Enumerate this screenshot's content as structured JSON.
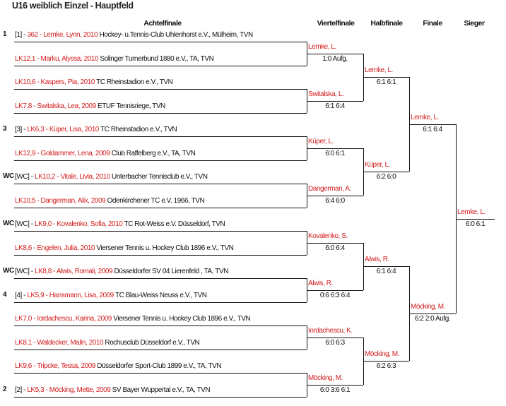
{
  "title": "U16 weiblich Einzel - Hauptfeld",
  "rounds": [
    "Achtelfinale",
    "Viertelfinale",
    "Halbfinale",
    "Finale",
    "Sieger"
  ],
  "colors": {
    "player": "#d42020",
    "text": "#111111"
  },
  "players": [
    {
      "seed": "1",
      "prefix": "[1] - ",
      "name": "362 - Lemke, Lynn, 2010",
      "club": " Hockey- u.Tennis-Club Uhlenhorst e.V., Mülheim, TVN"
    },
    {
      "seed": "",
      "prefix": "",
      "name": "LK12,1 - Marku, Alyssa, 2010",
      "club": " Solinger Turnerbund 1880 e.V., TA, TVN"
    },
    {
      "seed": "",
      "prefix": "",
      "name": "LK10,6 - Kaspers, Pia, 2010",
      "club": " TC Rheinstadion e.V., TVN"
    },
    {
      "seed": "",
      "prefix": "",
      "name": "LK7,8 - Switalska, Lea, 2009",
      "club": " ETUF Tennisriege, TVN"
    },
    {
      "seed": "3",
      "prefix": "[3] - ",
      "name": "LK6,3 - Küper, Lisa, 2010",
      "club": " TC Rheinstadion e.V., TVN"
    },
    {
      "seed": "",
      "prefix": "",
      "name": "LK12,9 - Goldammer, Lena, 2009",
      "club": " Club Raffelberg e.V., TA, TVN"
    },
    {
      "seed": "WC",
      "prefix": "[WC] - ",
      "name": "LK10,2 - Vitale, Livia, 2010",
      "club": " Unterbacher Tennisclub e.V., TVN"
    },
    {
      "seed": "",
      "prefix": "",
      "name": "LK10,5 - Dangerman, Alix, 2009",
      "club": " Odenkirchener TC e.V. 1966, TVN"
    },
    {
      "seed": "WC",
      "prefix": "[WC] - ",
      "name": "LK9,0 - Kovalenko, Sofia, 2010",
      "club": " TC Rot-Weiss e.V. Düsseldorf, TVN"
    },
    {
      "seed": "",
      "prefix": "",
      "name": "LK8,6 - Engelen, Julia, 2010",
      "club": " Viersener Tennis u. Hockey Club 1896 e.V., TVN"
    },
    {
      "seed": "WC",
      "prefix": "[WC] - ",
      "name": "LK8,8 - Alwis, Romali, 2009",
      "club": " Düsseldorfer SV 04 Lierenfeld , TA, TVN"
    },
    {
      "seed": "4",
      "prefix": "[4] - ",
      "name": "LK5,9 - Hansmann, Lisa, 2009",
      "club": " TC Blau-Weiss Neuss e.V., TVN"
    },
    {
      "seed": "",
      "prefix": "",
      "name": "LK7,0 - Iordachescu, Karina, 2009",
      "club": " Viersener Tennis u. Hockey Club 1896 e.V., TVN"
    },
    {
      "seed": "",
      "prefix": "",
      "name": "LK8,1 - Waldecker, Malin, 2010",
      "club": " Rochusclub Düsseldorf e.V., TVN"
    },
    {
      "seed": "",
      "prefix": "",
      "name": "LK9,6 - Tripcke, Tessa, 2009",
      "club": " Düsseldorfer Sport-Club 1899 e.V., TA, TVN"
    },
    {
      "seed": "2",
      "prefix": "[2] - ",
      "name": "LK5,3 - Möcking, Mette, 2009",
      "club": " SV Bayer Wuppertal e.V., TA, TVN"
    }
  ],
  "quarterfinal": [
    {
      "winner": "Lemke, L.",
      "score": "1:0 Aufg."
    },
    {
      "winner": "Switalska, L.",
      "score": "6:1 6:4"
    },
    {
      "winner": "Küper, L.",
      "score": "6:0 6:1"
    },
    {
      "winner": "Dangerman, A.",
      "score": "6:4 6:0"
    },
    {
      "winner": "Kovalenko, S.",
      "score": "6:0 6:4"
    },
    {
      "winner": "Alwis, R.",
      "score": "0:6 6:3 6:4"
    },
    {
      "winner": "Iordachescu, K.",
      "score": "6:0 6:3"
    },
    {
      "winner": "Möcking, M.",
      "score": "6:0 3:6 6:1"
    }
  ],
  "semifinal": [
    {
      "winner": "Lemke, L.",
      "score": "6:1 6:1"
    },
    {
      "winner": "Küper, L.",
      "score": "6:2 6:0"
    },
    {
      "winner": "Alwis, R.",
      "score": "6:1 6:4"
    },
    {
      "winner": "Möcking, M.",
      "score": "6:2 6:3"
    }
  ],
  "final": [
    {
      "winner": "Lemke, L.",
      "score": "6:1 6:4"
    },
    {
      "winner": "Möcking, M.",
      "score": "6:2 2:0 Aufg."
    }
  ],
  "champion": {
    "winner": "Lemke, L.",
    "score": "6:0 6:1"
  }
}
